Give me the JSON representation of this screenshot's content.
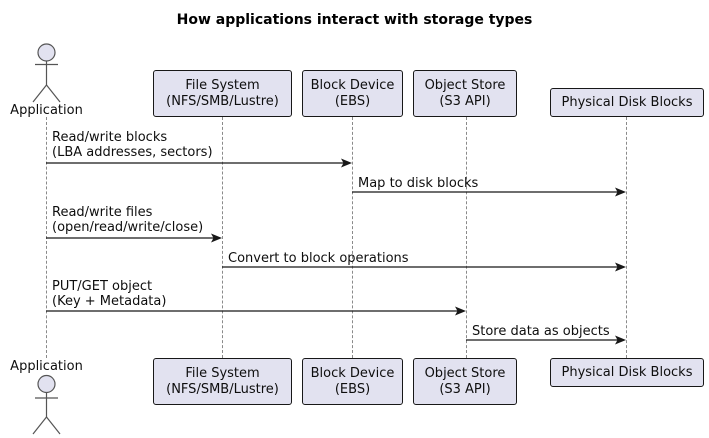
{
  "diagram_type": "uml-sequence",
  "title": "How applications interact with storage types",
  "actor": {
    "name": "Application"
  },
  "participants": [
    {
      "line1": "File System",
      "line2": "(NFS/SMB/Lustre)"
    },
    {
      "line1": "Block Device",
      "line2": "(EBS)"
    },
    {
      "line1": "Object Store",
      "line2": "(S3 API)"
    },
    {
      "line1": "Physical Disk Blocks"
    }
  ],
  "messages": [
    {
      "from": "Application",
      "to": "Block Device (EBS)",
      "line1": "Read/write blocks",
      "line2": "(LBA addresses, sectors)"
    },
    {
      "from": "Block Device (EBS)",
      "to": "Physical Disk Blocks",
      "line1": "Map to disk blocks"
    },
    {
      "from": "Application",
      "to": "File System (NFS/SMB/Lustre)",
      "line1": "Read/write files",
      "line2": "(open/read/write/close)"
    },
    {
      "from": "File System (NFS/SMB/Lustre)",
      "to": "Physical Disk Blocks",
      "line1": "Convert to block operations"
    },
    {
      "from": "Application",
      "to": "Object Store (S3 API)",
      "line1": "PUT/GET object",
      "line2": "(Key + Metadata)"
    },
    {
      "from": "Object Store (S3 API)",
      "to": "Physical Disk Blocks",
      "line1": "Store data as objects"
    }
  ],
  "colors": {
    "participant_fill": "#e2e2f0",
    "participant_border": "#181818",
    "lifeline": "#8a8a8a",
    "arrow": "#181818",
    "text": "#0e0e0e",
    "background": "#ffffff"
  }
}
